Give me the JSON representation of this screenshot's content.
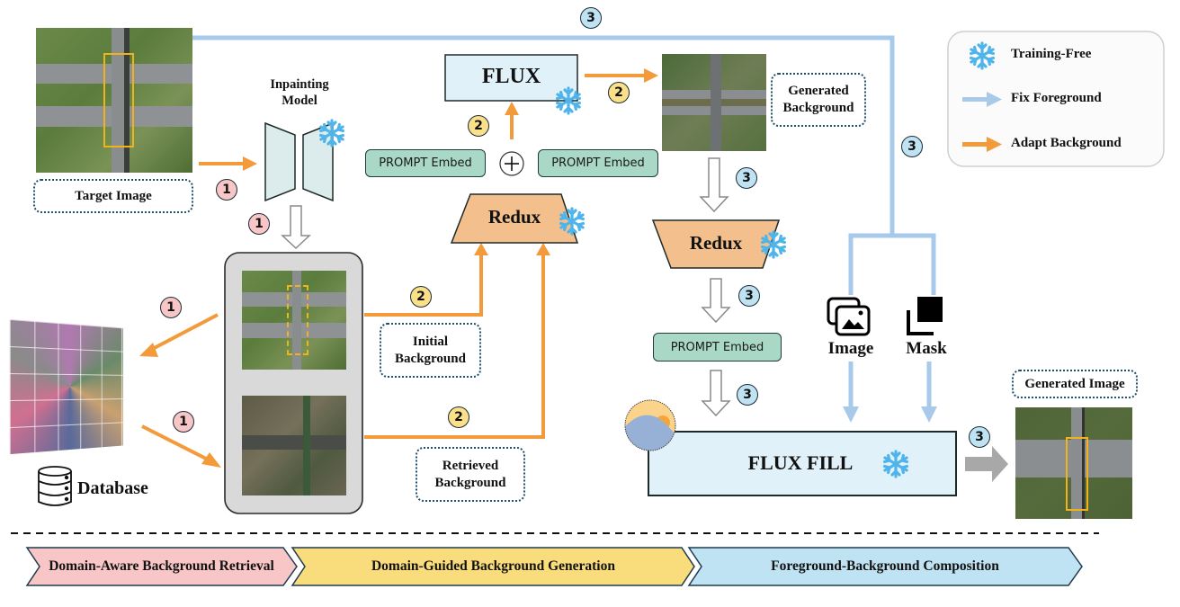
{
  "colors": {
    "fix_foreground": "#a7c9ea",
    "adapt_background": "#f39a3a",
    "snowflake": "#4fb4ea",
    "flux_box": "#e0f1fa",
    "redux_box": "#f2bf8d",
    "prompt_box": "#a9d8c6",
    "step1": "#f8c6c6",
    "step2": "#fbe08a",
    "step3": "#bfe3f3"
  },
  "inputs": {
    "target_image_label": "Target Image",
    "inpainting_model_label": "Inpainting Model"
  },
  "generation": {
    "flux_label": "FLUX",
    "prompt_embed_left": "PROMPT Embed",
    "prompt_embed_right": "PROMPT Embed",
    "plus_symbol": "+",
    "redux_label": "Redux",
    "generated_background_label": "Generated Background"
  },
  "retrieval": {
    "initial_background_label": "Initial Background",
    "retrieved_background_label": "Retrieved Background",
    "database_label": "Database"
  },
  "composition": {
    "redux_label": "Redux",
    "prompt_embed": "PROMPT Embed",
    "image_label": "Image",
    "mask_label": "Mask",
    "flux_fill_label": "FLUX FILL",
    "generated_image_label": "Generated Image"
  },
  "steps": {
    "one": "1",
    "two": "2",
    "three": "3"
  },
  "legend": {
    "items": [
      {
        "icon": "snowflake-icon",
        "label": "Training-Free"
      },
      {
        "icon": "blue-arrow-icon",
        "label": "Fix Foreground"
      },
      {
        "icon": "orange-arrow-icon",
        "label": "Adapt Background"
      }
    ]
  },
  "stages": [
    {
      "label": "Domain-Aware Background Retrieval",
      "color": "#f8c6c6"
    },
    {
      "label": "Domain-Guided Background Generation",
      "color": "#f9dc7c"
    },
    {
      "label": "Foreground-Background Composition",
      "color": "#c0e3f4"
    }
  ]
}
